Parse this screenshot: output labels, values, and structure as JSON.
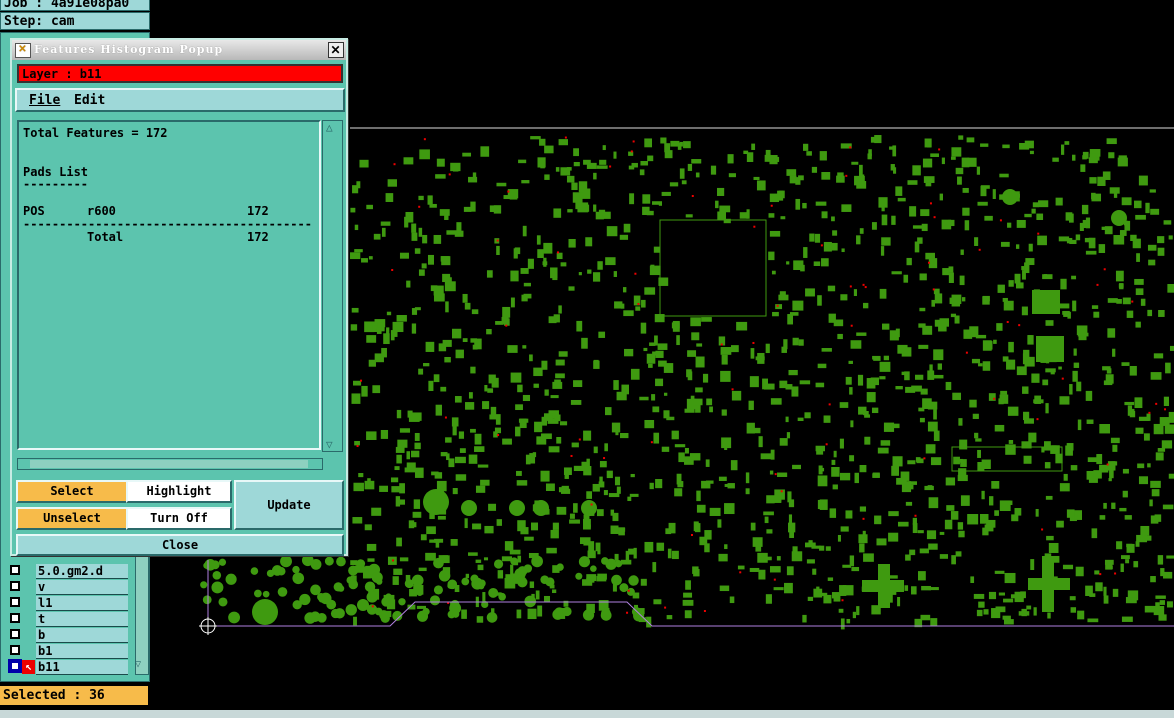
{
  "header": {
    "job": "Job : 4a91e08pa0",
    "step": "Step: cam"
  },
  "layers": {
    "items": [
      "5.0.gm2.d",
      "v",
      "l1",
      "t",
      "b",
      "b1",
      "b11"
    ],
    "active": "b11"
  },
  "status": {
    "selected": "Selected : 36"
  },
  "popup": {
    "title": "Features Histogram Popup",
    "layer": "Layer :  b11",
    "menu": [
      "File",
      "Edit"
    ],
    "report": {
      "total": "Total Features = 172",
      "section": "Pads List",
      "section_rule": "---------",
      "rows": [
        {
          "type": "POS",
          "symbol": "r600",
          "count": "172"
        }
      ],
      "rule": "----------------------------------------",
      "total_label": "Total",
      "total_count": "172"
    },
    "buttons": {
      "select": "Select",
      "highlight": "Highlight",
      "update": "Update",
      "unselect": "Unselect",
      "turn_off": "Turn Off",
      "close": "Close"
    }
  },
  "colors": {
    "pad": "#3f9a10",
    "layer_bar": "#ff0000",
    "panel": "#5cc4ae",
    "button_orange": "#f7bb4a"
  }
}
